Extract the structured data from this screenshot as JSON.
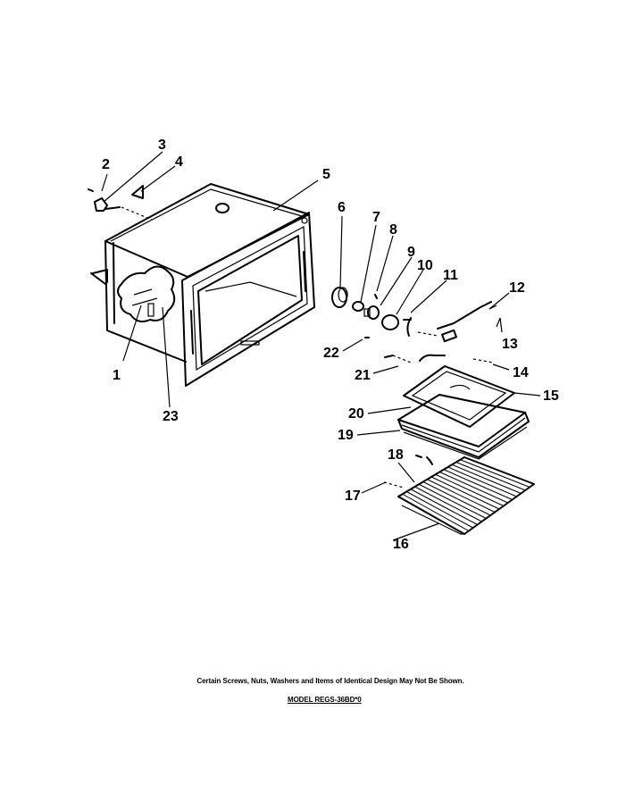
{
  "callouts": {
    "c1": "1",
    "c2": "2",
    "c3": "3",
    "c4": "4",
    "c5": "5",
    "c6": "6",
    "c7": "7",
    "c8": "8",
    "c9": "9",
    "c10": "10",
    "c11": "11",
    "c12": "12",
    "c13": "13",
    "c14": "14",
    "c15": "15",
    "c16": "16",
    "c17": "17",
    "c18": "18",
    "c19": "19",
    "c20": "20",
    "c21": "21",
    "c22": "22",
    "c23": "23"
  },
  "footer": {
    "note": "Certain Screws, Nuts, Washers and Items of Identical Design May Not Be Shown.",
    "model": "MODEL REGS-36BD*0"
  }
}
